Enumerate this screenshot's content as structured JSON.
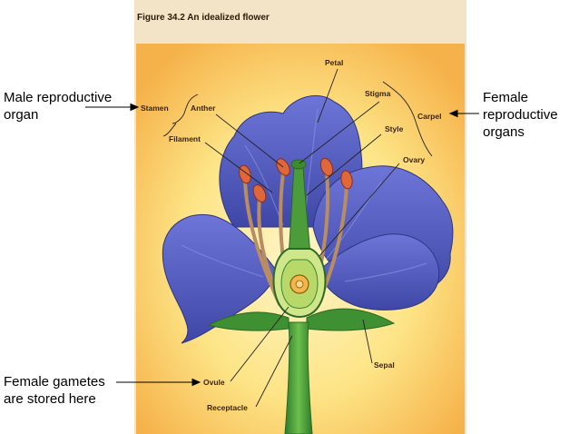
{
  "figure": {
    "title": "Figure 34.2 An idealized flower",
    "colors": {
      "background": "#fde79c",
      "petal": "#5b63c8",
      "petal_dark": "#3d44a0",
      "anther": "#e2663c",
      "stem": "#4c9c3c",
      "ovary": "#d9ec9a"
    }
  },
  "side_labels": {
    "male": [
      "Male reproductive",
      "organ"
    ],
    "female": [
      "Female",
      "reproductive",
      "organs"
    ],
    "gametes": [
      "Female gametes",
      "are stored here"
    ]
  },
  "diagram_labels": {
    "petal": "Petal",
    "stigma": "Stigma",
    "stamen": "Stamen",
    "anther": "Anther",
    "carpel": "Carpel",
    "style": "Style",
    "filament": "Filament",
    "ovary": "Ovary",
    "sepal": "Sepal",
    "ovule": "Ovule",
    "receptacle": "Receptacle"
  }
}
